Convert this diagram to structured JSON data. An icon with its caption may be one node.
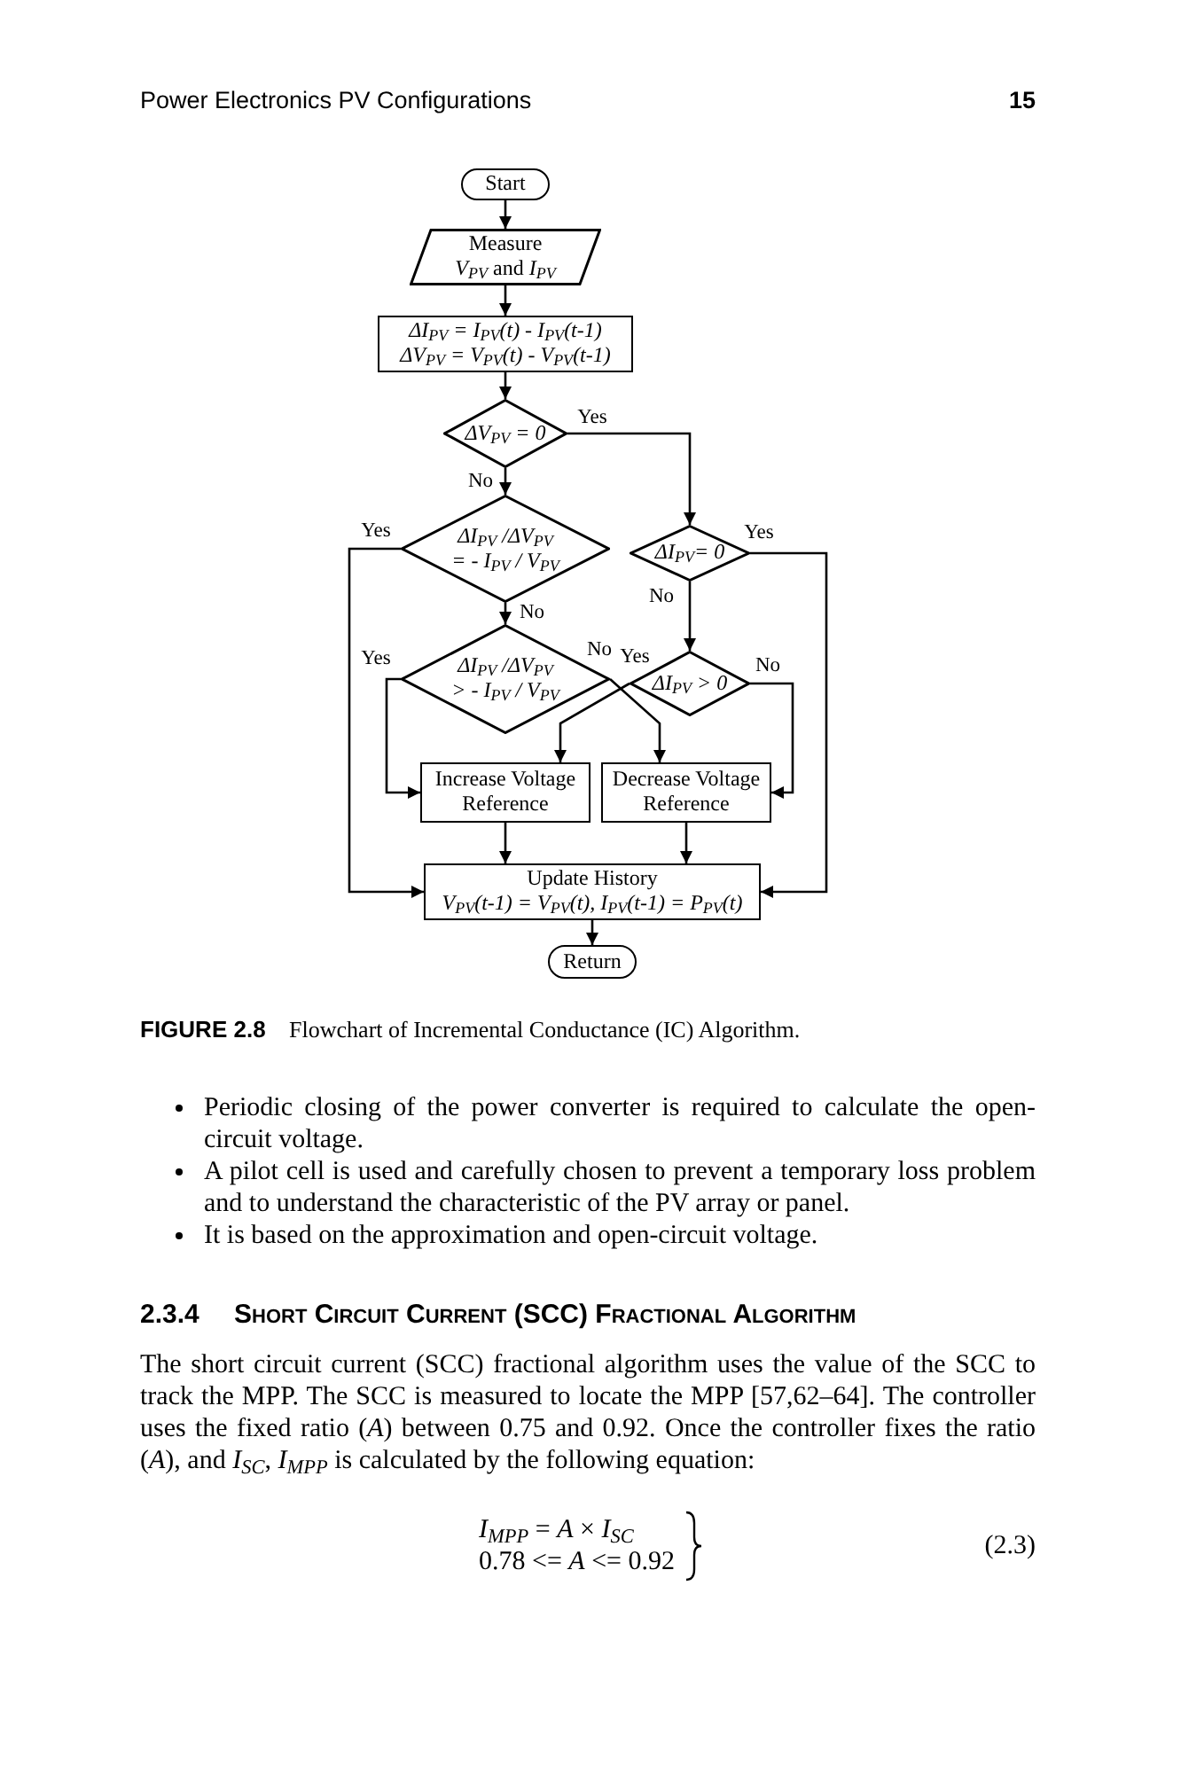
{
  "diagram": {
    "caption": "**FIGURE 2.8** Flowchart of Incremental Conductance (IC) Algorithm.",
    "nodes": [
      {
        "text": [
          "Start"
        ]
      },
      {
        "text": [
          "Measure *V*$_{PV}$ and *I*$_{PV}$"
        ]
      },
      {
        "text": [
          "ΔI$_{PV}$ = I$_{PV}$(t) - I$_{PV}$(t-1)",
          "ΔV$_{PV}$ = V$_{PV}$(t) - V$_{PV}$(t-1)"
        ]
      },
      {
        "text": [
          "ΔV$_{PV}$ = 0"
        ]
      },
      {
        "text": [
          "ΔI$_{PV}$ /ΔV$_{PV}$ = - I$_{PV}$ / V$_{PV}$"
        ]
      },
      {
        "text": [
          "ΔI$_{PV}$= 0"
        ]
      },
      {
        "text": [
          "ΔI$_{PV}$ /ΔV$_{PV}$ > - I$_{PV}$ / V$_{PV}$"
        ]
      },
      {
        "text": [
          "ΔI$_{PV}$ > 0"
        ]
      },
      {
        "text": [
          "Increase Voltage Reference"
        ]
      },
      {
        "text": [
          "Decrease Voltage Reference"
        ]
      },
      {
        "text": [
          "Update History",
          "V$_{PV}$(t-1) = V$_{PV}$(t), I$_{PV}$(t-1) = P$_{PV}$(t)"
        ]
      },
      {
        "text": [
          "Return"
        ]
      }
    ],
    "edges": [
      {
        "from": 0,
        "to": 1,
        "arrow": "to"
      },
      {
        "from": 1,
        "to": 2,
        "arrow": "to"
      },
      {
        "from": 2,
        "to": 3,
        "arrow": "to"
      },
      {
        "from": 3,
        "to": 5,
        "arrow": "to",
        "label": "Yes"
      },
      {
        "from": 3,
        "to": 4,
        "arrow": "to",
        "label": "No"
      },
      {
        "from": 4,
        "to": 10,
        "arrow": "to",
        "label": "Yes"
      },
      {
        "from": 4,
        "to": 6,
        "arrow": "to",
        "label": "No"
      },
      {
        "from": 5,
        "to": 10,
        "arrow": "to",
        "label": "Yes"
      },
      {
        "from": 5,
        "to": 7,
        "arrow": "to",
        "label": "No"
      },
      {
        "from": 6,
        "to": 8,
        "arrow": "to",
        "label": "Yes"
      },
      {
        "from": 6,
        "to": 9,
        "arrow": "to",
        "label": "No"
      },
      {
        "from": 7,
        "to": 8,
        "arrow": "to",
        "label": "Yes"
      },
      {
        "from": 7,
        "to": 9,
        "arrow": "to",
        "label": "No"
      },
      {
        "from": 8,
        "to": 10,
        "arrow": "to"
      },
      {
        "from": 9,
        "to": 10,
        "arrow": "to"
      },
      {
        "from": 10,
        "to": 11,
        "arrow": "to"
      }
    ],
    "labels": [
      "Power Electronics PV Configurations",
      "15",
      "Periodic closing of the power converter is required to calculate the open-circuit voltage.",
      "A pilot cell is used and carefully chosen to prevent a temporary loss problem and to understand the characteristic of the PV array or panel.",
      "It is based on the approximation and open-circuit voltage.",
      "2.3.4",
      "Short Circuit Current (SCC) Fractional Algorithm",
      "The short circuit current (SCC) fractional algorithm uses the value of the SCC to track the MPP. The SCC is measured to locate the MPP [57,62–64]. The controller uses the fixed ratio (*A*) between 0.75 and 0.92. Once the controller fixes the ratio (*A*), and *I*$_{SC}$, *I*$_{MPP}$ is calculated by the following equation:",
      "*I*$_{MPP}$ = *A* × *I*$_{SC}$",
      "0.78 <= *A* <= 0.92",
      "(2.3)"
    ]
  }
}
